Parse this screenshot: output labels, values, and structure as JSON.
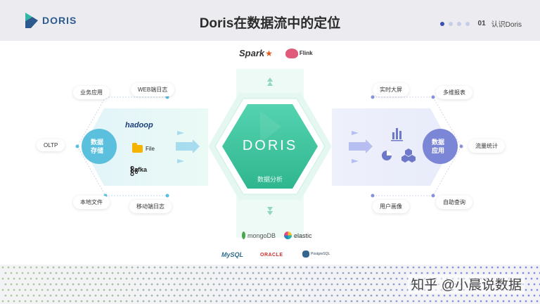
{
  "header": {
    "logo_text": "DORIS",
    "title": "Doris在数据流中的定位",
    "section_number": "01",
    "section_label": "认识Doris"
  },
  "center": {
    "name": "DORIS",
    "subtitle": "数据分析"
  },
  "left": {
    "circle_label_line1": "数据",
    "circle_label_line2": "存储",
    "outer_labels": [
      "业务应用",
      "WEB端日志",
      "OLTP",
      "本地文件",
      "移动端日志"
    ],
    "sources": [
      "hadoop",
      "File",
      "kafka"
    ]
  },
  "right": {
    "circle_label_line1": "数据",
    "circle_label_line2": "应用",
    "outer_labels": [
      "实时大屏",
      "多维报表",
      "流量统计",
      "用户画像",
      "自助查询"
    ]
  },
  "top_logos": {
    "spark": "Spark",
    "flink": "Flink"
  },
  "bottom_logos": {
    "mongodb": "mongoDB",
    "elastic": "elastic",
    "mysql": "MySQL",
    "oracle": "ORACLE",
    "postgresql": "PostgreSQL"
  },
  "watermark": "知乎 @小晨说数据",
  "colors": {
    "teal": "#3ec4a0",
    "left_circle": "#5bc0de",
    "right_circle": "#7b86d6",
    "pager_active": "#3a4fb0"
  }
}
